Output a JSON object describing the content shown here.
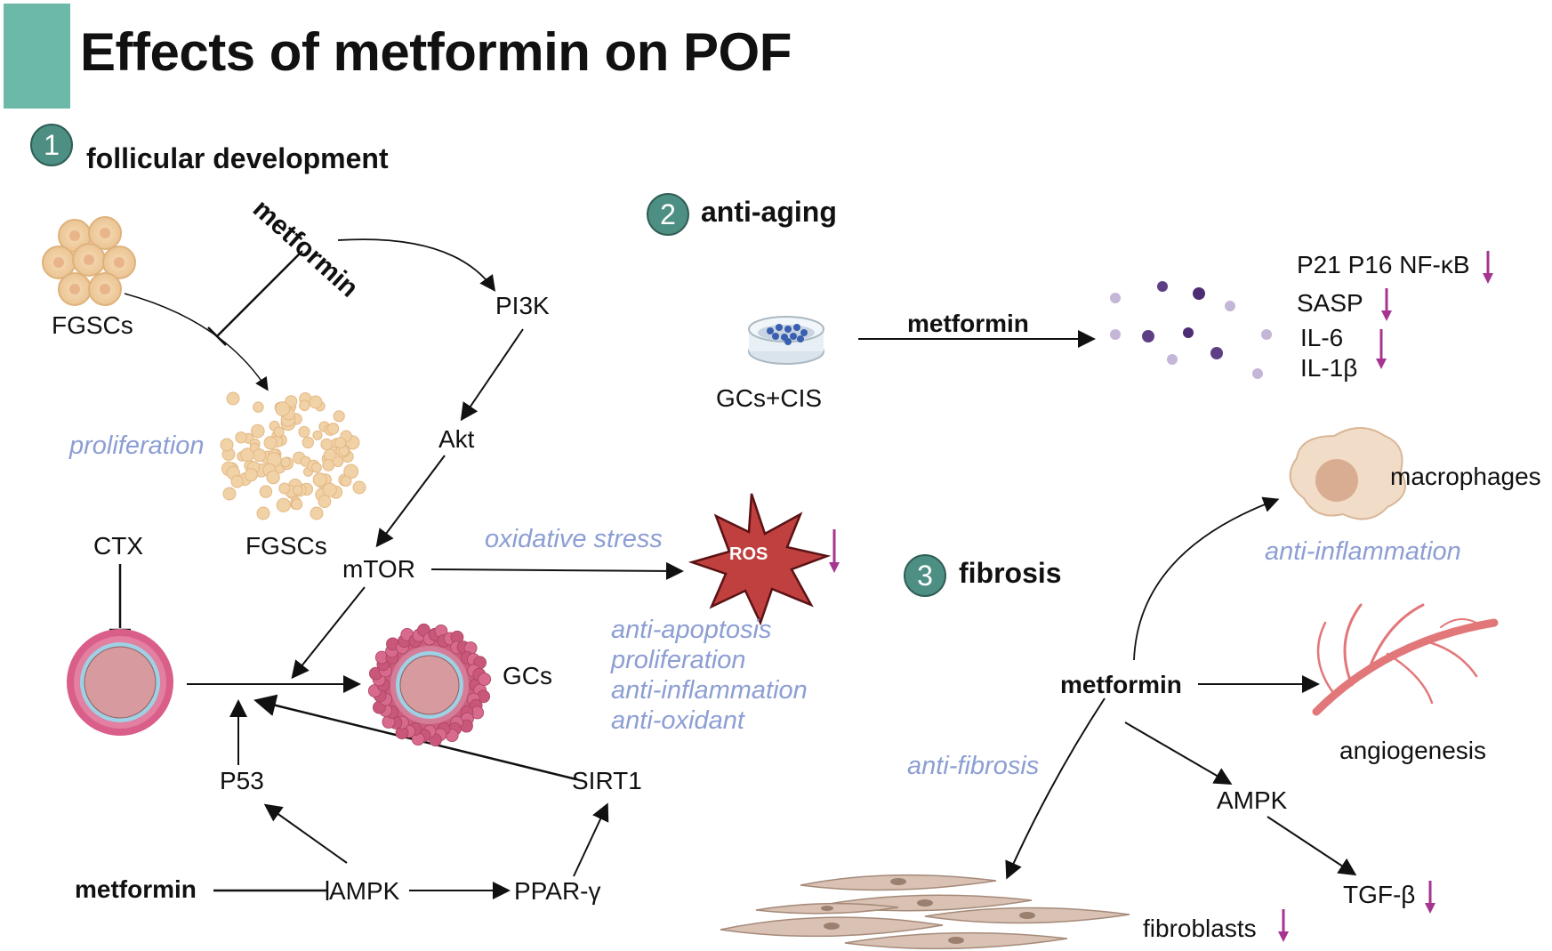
{
  "title": "Effects of metformin on POF",
  "sections": {
    "s1": {
      "num": "1",
      "title": "follicular development"
    },
    "s2": {
      "num": "2",
      "title": "anti-aging"
    },
    "s3": {
      "num": "3",
      "title": "fibrosis"
    }
  },
  "labels": {
    "metformin_top": "metformin",
    "fgscs_1": "FGSCs",
    "fgscs_2": "FGSCs",
    "proliferation": "proliferation",
    "pi3k": "PI3K",
    "akt": "Akt",
    "mtor": "mTOR",
    "ctx": "CTX",
    "gcs": "GCs",
    "p53": "P53",
    "sirt1": "SIRT1",
    "metformin_bottom": "metformin",
    "ampk_left": "AMPK",
    "ppar": "PPAR-γ",
    "oxidative_stress": "oxidative stress",
    "ros": "ROS",
    "effects": [
      "anti-apoptosis",
      "proliferation",
      "anti-inflammation",
      "anti-oxidant"
    ],
    "gcs_cis": "GCs+CIS",
    "metformin_aging": "metformin",
    "p21": "P21 P16 NF-κB",
    "sasp": "SASP",
    "il6": "IL-6",
    "il1b": "IL-1β",
    "macrophages": "macrophages",
    "anti_inflammation": "anti-inflammation",
    "metformin_fibrosis": "metformin",
    "angiogenesis": "angiogenesis",
    "anti_fibrosis": "anti-fibrosis",
    "ampk_right": "AMPK",
    "tgfb": "TGF-β",
    "fibroblasts": "fibroblasts"
  },
  "colors": {
    "accent": "#6cb9a8",
    "section_badge": "#4e8f83",
    "italic_text": "#8c9ed3",
    "down_arrow": "#a5358f",
    "ros_fill": "#c0403f"
  }
}
